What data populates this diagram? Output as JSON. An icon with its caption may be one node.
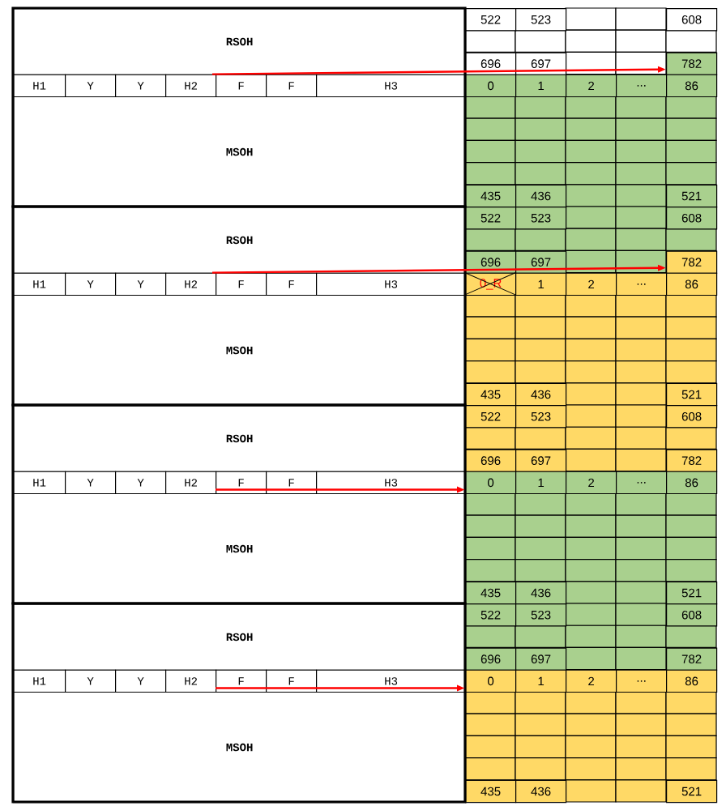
{
  "diagram": {
    "nodes": [
      {
        "text": [
          "RSOH"
        ]
      },
      {
        "text": [
          "522"
        ]
      },
      {
        "text": [
          "523"
        ]
      },
      {
        "text": [
          "608"
        ]
      },
      {
        "text": [
          "696"
        ]
      },
      {
        "text": [
          "697"
        ]
      },
      {
        "text": [
          "782"
        ]
      },
      {
        "text": [
          "H1"
        ]
      },
      {
        "text": [
          "Y"
        ]
      },
      {
        "text": [
          "Y"
        ]
      },
      {
        "text": [
          "H2"
        ]
      },
      {
        "text": [
          "F"
        ]
      },
      {
        "text": [
          "F"
        ]
      },
      {
        "text": [
          "H3"
        ]
      },
      {
        "text": [
          "0"
        ]
      },
      {
        "text": [
          "1"
        ]
      },
      {
        "text": [
          "2"
        ]
      },
      {
        "text": [
          "..."
        ]
      },
      {
        "text": [
          "86"
        ]
      },
      {
        "text": [
          "MSOH"
        ]
      },
      {
        "text": [
          "435"
        ]
      },
      {
        "text": [
          "436"
        ]
      },
      {
        "text": [
          "521"
        ]
      },
      {
        "text": [
          "RSOH"
        ]
      },
      {
        "text": [
          "522"
        ]
      },
      {
        "text": [
          "523"
        ]
      },
      {
        "text": [
          "608"
        ]
      },
      {
        "text": [
          "696"
        ]
      },
      {
        "text": [
          "697"
        ]
      },
      {
        "text": [
          "782"
        ]
      },
      {
        "text": [
          "H1"
        ]
      },
      {
        "text": [
          "Y"
        ]
      },
      {
        "text": [
          "Y"
        ]
      },
      {
        "text": [
          "H2"
        ]
      },
      {
        "text": [
          "F"
        ]
      },
      {
        "text": [
          "F"
        ]
      },
      {
        "text": [
          "H3"
        ]
      },
      {
        "text": [
          "0_R"
        ]
      },
      {
        "text": [
          "1"
        ]
      },
      {
        "text": [
          "2"
        ]
      },
      {
        "text": [
          "..."
        ]
      },
      {
        "text": [
          "86"
        ]
      },
      {
        "text": [
          "MSOH"
        ]
      },
      {
        "text": [
          "435"
        ]
      },
      {
        "text": [
          "436"
        ]
      },
      {
        "text": [
          "521"
        ]
      },
      {
        "text": [
          "RSOH"
        ]
      },
      {
        "text": [
          "522"
        ]
      },
      {
        "text": [
          "523"
        ]
      },
      {
        "text": [
          "608"
        ]
      },
      {
        "text": [
          "696"
        ]
      },
      {
        "text": [
          "697"
        ]
      },
      {
        "text": [
          "782"
        ]
      },
      {
        "text": [
          "H1"
        ]
      },
      {
        "text": [
          "Y"
        ]
      },
      {
        "text": [
          "Y"
        ]
      },
      {
        "text": [
          "H2"
        ]
      },
      {
        "text": [
          "F"
        ]
      },
      {
        "text": [
          "F"
        ]
      },
      {
        "text": [
          "H3"
        ]
      },
      {
        "text": [
          "0"
        ]
      },
      {
        "text": [
          "1"
        ]
      },
      {
        "text": [
          "2"
        ]
      },
      {
        "text": [
          "..."
        ]
      },
      {
        "text": [
          "86"
        ]
      },
      {
        "text": [
          "MSOH"
        ]
      },
      {
        "text": [
          "435"
        ]
      },
      {
        "text": [
          "436"
        ]
      },
      {
        "text": [
          "521"
        ]
      },
      {
        "text": [
          "RSOH"
        ]
      },
      {
        "text": [
          "522"
        ]
      },
      {
        "text": [
          "523"
        ]
      },
      {
        "text": [
          "608"
        ]
      },
      {
        "text": [
          "696"
        ]
      },
      {
        "text": [
          "697"
        ]
      },
      {
        "text": [
          "782"
        ]
      },
      {
        "text": [
          "H1"
        ]
      },
      {
        "text": [
          "Y"
        ]
      },
      {
        "text": [
          "Y"
        ]
      },
      {
        "text": [
          "H2"
        ]
      },
      {
        "text": [
          "F"
        ]
      },
      {
        "text": [
          "F"
        ]
      },
      {
        "text": [
          "H3"
        ]
      },
      {
        "text": [
          "0"
        ]
      },
      {
        "text": [
          "1"
        ]
      },
      {
        "text": [
          "2"
        ]
      },
      {
        "text": [
          "..."
        ]
      },
      {
        "text": [
          "86"
        ]
      },
      {
        "text": [
          "MSOH"
        ]
      },
      {
        "text": [
          "435"
        ]
      },
      {
        "text": [
          "436"
        ]
      },
      {
        "text": [
          "521"
        ]
      }
    ],
    "edges": [
      {
        "from": 10,
        "to": 6,
        "arrow": "to"
      },
      {
        "from": 33,
        "to": 29,
        "arrow": "to"
      },
      {
        "from": 56,
        "to": 60,
        "arrow": "to"
      },
      {
        "from": 79,
        "to": 83,
        "arrow": "to"
      }
    ]
  }
}
